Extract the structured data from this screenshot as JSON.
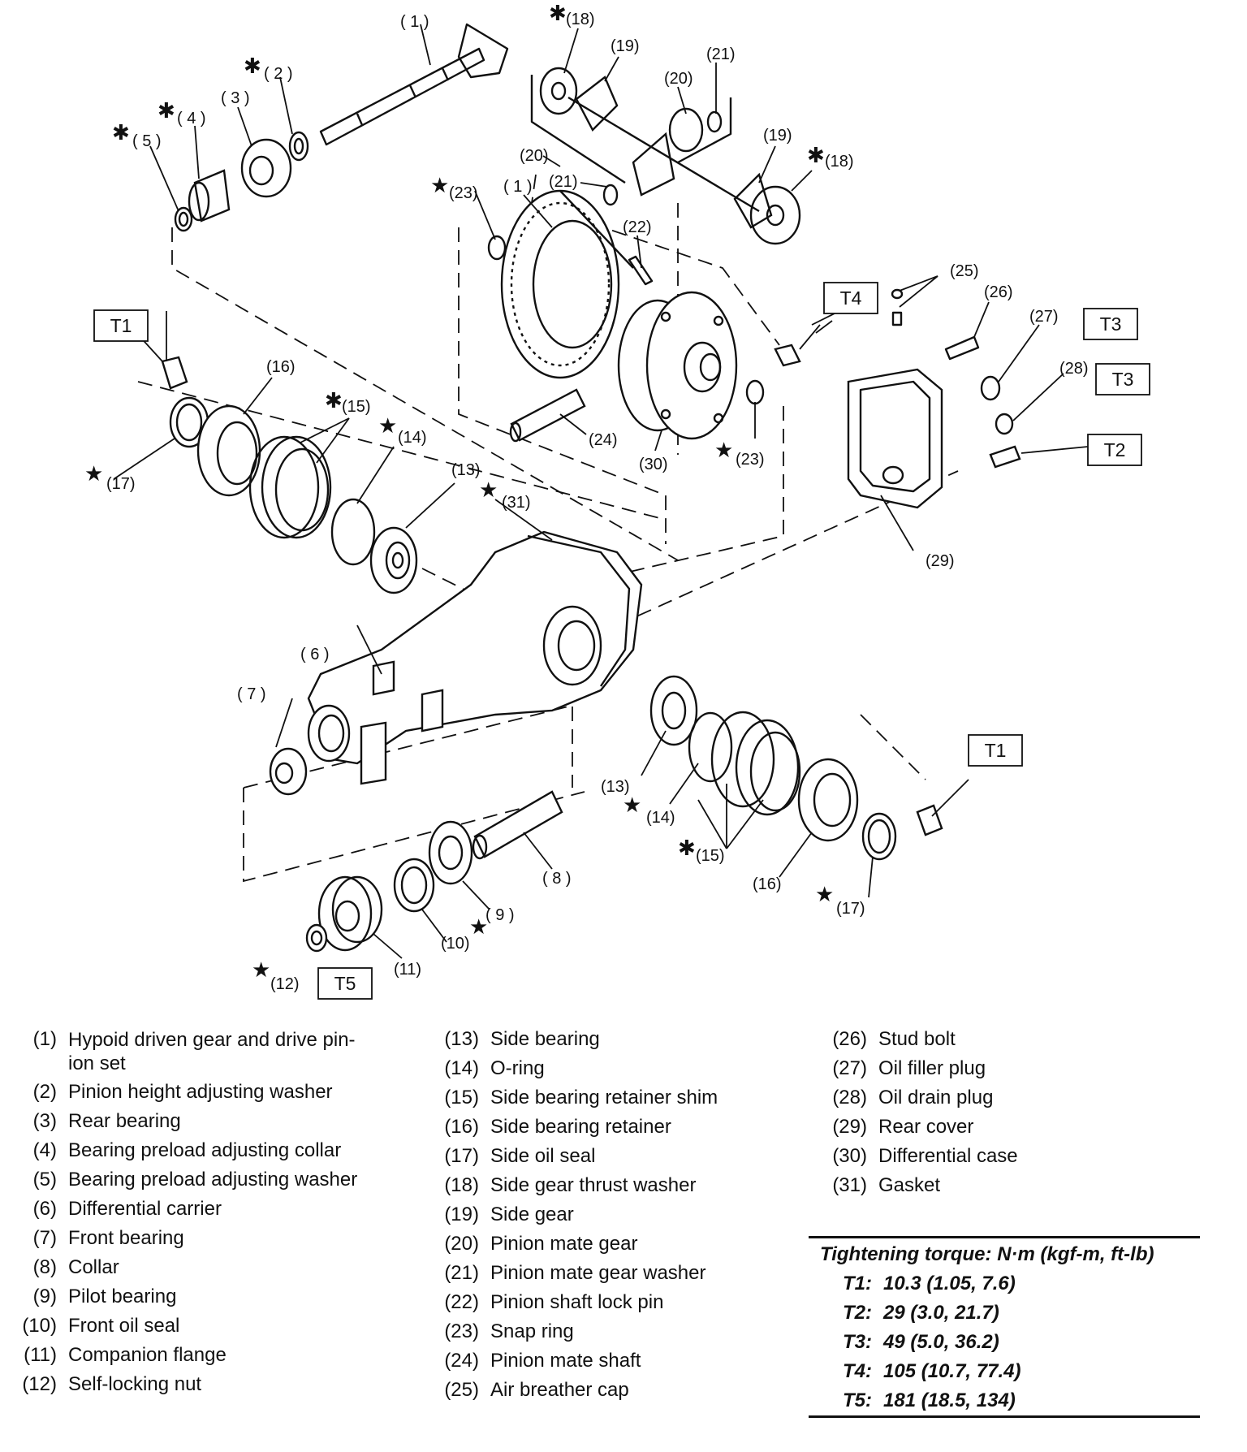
{
  "diagram": {
    "callouts": [
      {
        "id": "c1a",
        "text": "( 1 )"
      },
      {
        "id": "c2",
        "text": "( 2 )"
      },
      {
        "id": "c3",
        "text": "( 3 )"
      },
      {
        "id": "c4",
        "text": "( 4 )"
      },
      {
        "id": "c5",
        "text": "( 5 )"
      },
      {
        "id": "c18a",
        "text": "(18)"
      },
      {
        "id": "c19a",
        "text": "(19)"
      },
      {
        "id": "c21a",
        "text": "(21)"
      },
      {
        "id": "c20a",
        "text": "(20)"
      },
      {
        "id": "c19b",
        "text": "(19)"
      },
      {
        "id": "c18b",
        "text": "(18)"
      },
      {
        "id": "c20b",
        "text": "(20)"
      },
      {
        "id": "c21b",
        "text": "(21)"
      },
      {
        "id": "c23a",
        "text": "(23)"
      },
      {
        "id": "c1b",
        "text": "( 1 )"
      },
      {
        "id": "c22",
        "text": "(22)"
      },
      {
        "id": "c25",
        "text": "(25)"
      },
      {
        "id": "c26",
        "text": "(26)"
      },
      {
        "id": "c27",
        "text": "(27)"
      },
      {
        "id": "c28",
        "text": "(28)"
      },
      {
        "id": "c16a",
        "text": "(16)"
      },
      {
        "id": "c15a",
        "text": "(15)"
      },
      {
        "id": "c14a",
        "text": "(14)"
      },
      {
        "id": "c13a",
        "text": "(13)"
      },
      {
        "id": "c31",
        "text": "(31)"
      },
      {
        "id": "c17a",
        "text": "(17)"
      },
      {
        "id": "c24",
        "text": "(24)"
      },
      {
        "id": "c30",
        "text": "(30)"
      },
      {
        "id": "c23b",
        "text": "(23)"
      },
      {
        "id": "c29",
        "text": "(29)"
      },
      {
        "id": "c6",
        "text": "( 6 )"
      },
      {
        "id": "c7",
        "text": "( 7 )"
      },
      {
        "id": "c13b",
        "text": "(13)"
      },
      {
        "id": "c14b",
        "text": "(14)"
      },
      {
        "id": "c15b",
        "text": "(15)"
      },
      {
        "id": "c16b",
        "text": "(16)"
      },
      {
        "id": "c17b",
        "text": "(17)"
      },
      {
        "id": "c8",
        "text": "( 8 )"
      },
      {
        "id": "c9",
        "text": "( 9 )"
      },
      {
        "id": "c10",
        "text": "(10)"
      },
      {
        "id": "c11",
        "text": "(11)"
      },
      {
        "id": "c12",
        "text": "(12)"
      }
    ],
    "torque_boxes": [
      {
        "id": "b-t1-left",
        "text": "T1"
      },
      {
        "id": "b-t4",
        "text": "T4"
      },
      {
        "id": "b-t3-upper",
        "text": "T3"
      },
      {
        "id": "b-t3-lower",
        "text": "T3"
      },
      {
        "id": "b-t2",
        "text": "T2"
      },
      {
        "id": "b-t1-right",
        "text": "T1"
      },
      {
        "id": "b-t5",
        "text": "T5"
      }
    ],
    "replace_mark": "✱",
    "apply_mark": "★"
  },
  "legend": {
    "col1": [
      {
        "num": "(1)",
        "name": "Hypoid driven gear and drive pin-ion set"
      },
      {
        "num": "(2)",
        "name": "Pinion height adjusting washer"
      },
      {
        "num": "(3)",
        "name": "Rear bearing"
      },
      {
        "num": "(4)",
        "name": "Bearing preload adjusting collar"
      },
      {
        "num": "(5)",
        "name": "Bearing preload adjusting washer"
      },
      {
        "num": "(6)",
        "name": "Differential carrier"
      },
      {
        "num": "(7)",
        "name": "Front bearing"
      },
      {
        "num": "(8)",
        "name": "Collar"
      },
      {
        "num": "(9)",
        "name": "Pilot bearing"
      },
      {
        "num": "(10)",
        "name": "Front oil seal"
      },
      {
        "num": "(11)",
        "name": "Companion flange"
      },
      {
        "num": "(12)",
        "name": "Self-locking nut"
      }
    ],
    "col2": [
      {
        "num": "(13)",
        "name": "Side bearing"
      },
      {
        "num": "(14)",
        "name": "O-ring"
      },
      {
        "num": "(15)",
        "name": "Side bearing retainer shim"
      },
      {
        "num": "(16)",
        "name": "Side bearing retainer"
      },
      {
        "num": "(17)",
        "name": "Side oil seal"
      },
      {
        "num": "(18)",
        "name": "Side gear thrust washer"
      },
      {
        "num": "(19)",
        "name": "Side gear"
      },
      {
        "num": "(20)",
        "name": "Pinion mate gear"
      },
      {
        "num": "(21)",
        "name": "Pinion mate gear washer"
      },
      {
        "num": "(22)",
        "name": "Pinion shaft lock pin"
      },
      {
        "num": "(23)",
        "name": "Snap ring"
      },
      {
        "num": "(24)",
        "name": "Pinion mate shaft"
      },
      {
        "num": "(25)",
        "name": "Air breather cap"
      }
    ],
    "col3": [
      {
        "num": "(26)",
        "name": "Stud bolt"
      },
      {
        "num": "(27)",
        "name": "Oil filler plug"
      },
      {
        "num": "(28)",
        "name": "Oil drain plug"
      },
      {
        "num": "(29)",
        "name": "Rear cover"
      },
      {
        "num": "(30)",
        "name": "Differential case"
      },
      {
        "num": "(31)",
        "name": "Gasket"
      }
    ]
  },
  "torque": {
    "heading": "Tightening torque: N·m (kgf-m, ft-lb)",
    "rows": [
      {
        "label": "T1:",
        "value": "10.3 (1.05, 7.6)"
      },
      {
        "label": "T2:",
        "value": "29 (3.0, 21.7)"
      },
      {
        "label": "T3:",
        "value": "49 (5.0, 36.2)"
      },
      {
        "label": "T4:",
        "value": "105 (10.7, 77.4)"
      },
      {
        "label": "T5:",
        "value": "181 (18.5, 134)"
      }
    ]
  }
}
